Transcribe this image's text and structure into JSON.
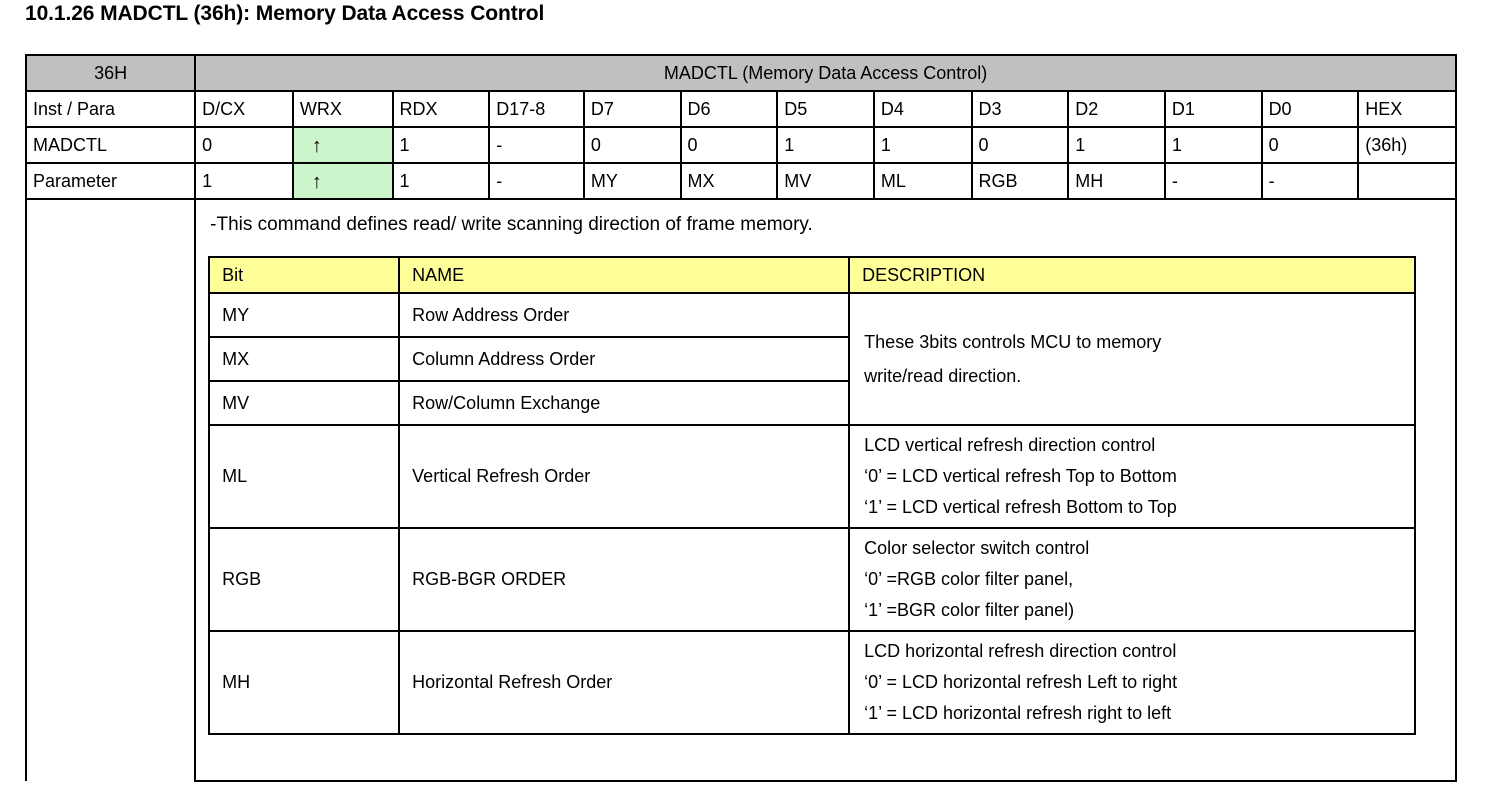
{
  "document": {
    "section_number": "10.1.26",
    "title": "10.1.26 MADCTL (36h): Memory Data Access Control"
  },
  "colors": {
    "header_gray": "#C0C0C0",
    "highlight_green": "#CCF5CC",
    "table_header_yellow": "#FFFF99",
    "border": "#000000",
    "text": "#000000"
  },
  "register_table": {
    "opcode": "36H",
    "register_title": "MADCTL (Memory Data Access Control)",
    "columns": [
      "Inst / Para",
      "D/CX",
      "WRX",
      "RDX",
      "D17-8",
      "D7",
      "D6",
      "D5",
      "D4",
      "D3",
      "D2",
      "D1",
      "D0",
      "HEX"
    ],
    "rows": [
      {
        "label": "MADCTL",
        "values": [
          "0",
          "↑",
          "1",
          "-",
          "0",
          "0",
          "1",
          "1",
          "0",
          "1",
          "1",
          "0",
          "(36h)"
        ]
      },
      {
        "label": "Parameter",
        "values": [
          "1",
          "↑",
          "1",
          "-",
          "MY",
          "MX",
          "MV",
          "ML",
          "RGB",
          "MH",
          "-",
          "-",
          ""
        ]
      }
    ],
    "highlight_column": "WRX",
    "arrow_icon": "up-arrow-icon"
  },
  "description": {
    "lead": "-This command defines read/ write scanning direction of frame memory."
  },
  "bit_table": {
    "headers": [
      "Bit",
      "NAME",
      "DESCRIPTION"
    ],
    "groups": [
      {
        "bits": [
          {
            "bit": "MY",
            "name": "Row Address Order"
          },
          {
            "bit": "MX",
            "name": "Column Address Order"
          },
          {
            "bit": "MV",
            "name": "Row/Column Exchange"
          }
        ],
        "description_lines": [
          "These 3bits controls MCU to memory",
          "write/read direction."
        ]
      }
    ],
    "rows": [
      {
        "bit": "ML",
        "name": "Vertical Refresh Order",
        "description_lines": [
          "LCD vertical refresh direction control",
          "‘0’ = LCD vertical refresh Top to Bottom",
          "‘1’ = LCD vertical refresh Bottom to Top"
        ]
      },
      {
        "bit": "RGB",
        "name": "RGB-BGR ORDER",
        "description_lines": [
          "Color selector switch control",
          "‘0’ =RGB color filter panel,",
          "‘1’ =BGR color filter panel)"
        ]
      },
      {
        "bit": "MH",
        "name": "Horizontal Refresh Order",
        "description_lines": [
          "LCD horizontal refresh direction control",
          "‘0’ = LCD horizontal refresh Left to right",
          "‘1’ = LCD horizontal refresh right to left"
        ]
      }
    ]
  }
}
